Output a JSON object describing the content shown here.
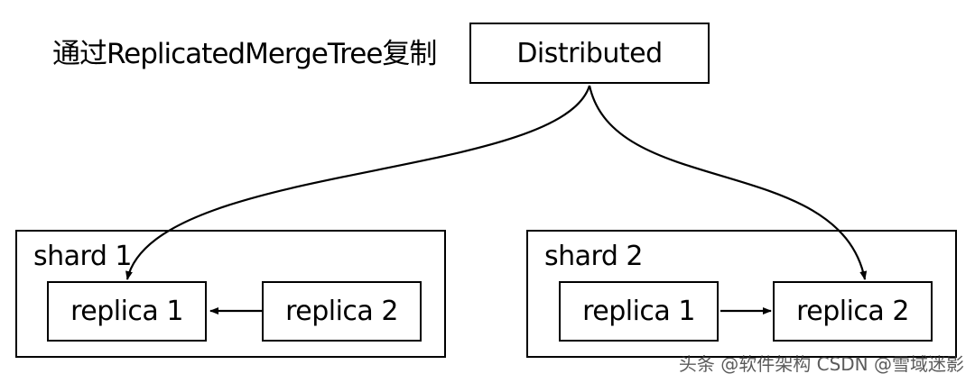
{
  "title": "通过ReplicatedMergeTree复制",
  "distributed_label": "Distributed",
  "shard1": {
    "label": "shard 1",
    "replica1": "replica 1",
    "replica2": "replica 2"
  },
  "shard2": {
    "label": "shard 2",
    "replica1": "replica 1",
    "replica2": "replica 2"
  },
  "watermark": "头条 @软件架构 CSDN @雪域迷影"
}
